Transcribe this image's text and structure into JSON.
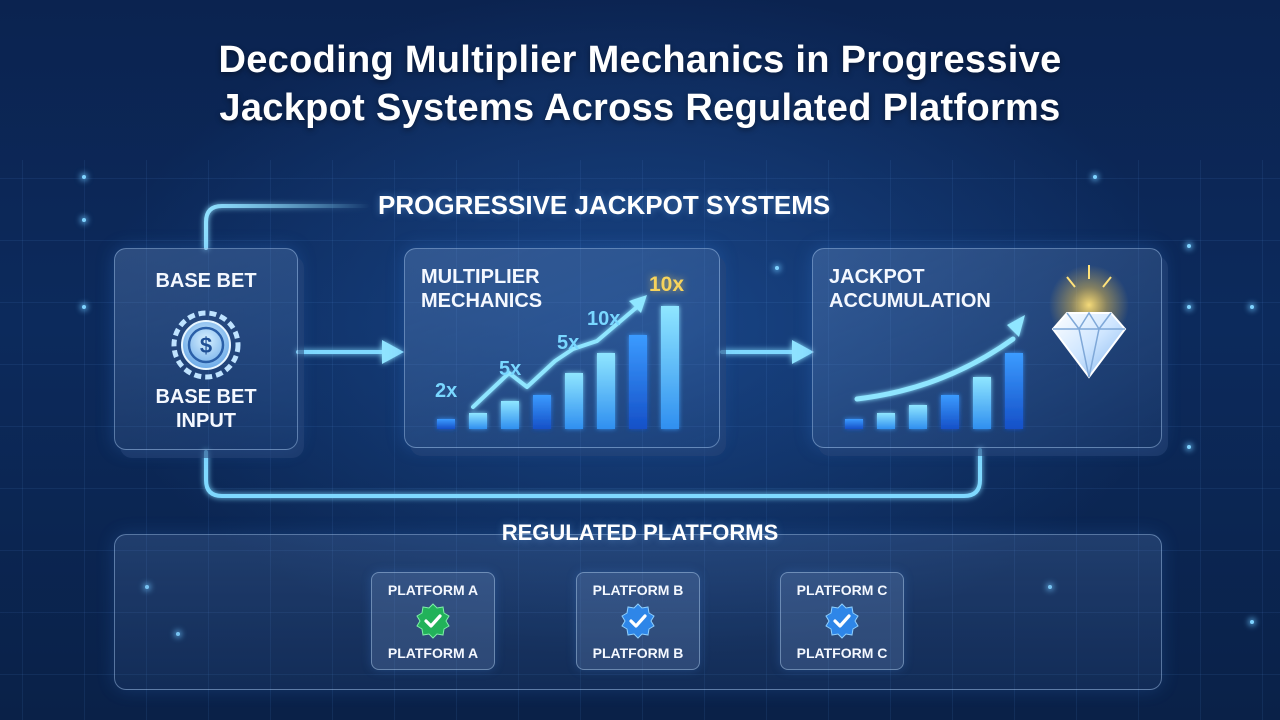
{
  "title": {
    "line1": "Decoding Multiplier Mechanics in Progressive",
    "line2": "Jackpot Systems Across Regulated Platforms"
  },
  "sections": {
    "progressive": "PROGRESSIVE JACKPOT SYSTEMS",
    "regulated": "REGULATED PLATFORMS"
  },
  "base_bet": {
    "heading": "BASE BET",
    "icon": "dollar-coin-icon",
    "caption_line1": "BASE BET",
    "caption_line2": "INPUT"
  },
  "multiplier": {
    "heading_line1": "MULTIPLIER",
    "heading_line2": "MECHANICS",
    "labels": [
      "2x",
      "5x",
      "5x",
      "10x",
      "10x"
    ],
    "highlight_color": "#f7d35c"
  },
  "jackpot": {
    "heading_line1": "JACKPOT",
    "heading_line2": "ACCUMULATION",
    "icon": "diamond-icon"
  },
  "platforms": [
    {
      "top_label": "PLATFORM A",
      "bottom_label": "PLATFORM A",
      "icon": "verified-badge-icon",
      "badge_color": "#22b25a"
    },
    {
      "top_label": "PLATFORM B",
      "bottom_label": "PLATFORM B",
      "icon": "verified-badge-icon",
      "badge_color": "#2e86e8"
    },
    {
      "top_label": "PLATFORM C",
      "bottom_label": "PLATFORM C",
      "icon": "verified-badge-icon",
      "badge_color": "#2e86e8"
    }
  ],
  "colors": {
    "background": "#0a2148",
    "flow_line": "#6fd4ff",
    "bar_dark": "#1d6fe0",
    "bar_light": "#6fd8ff",
    "gold": "#f7d35c"
  }
}
